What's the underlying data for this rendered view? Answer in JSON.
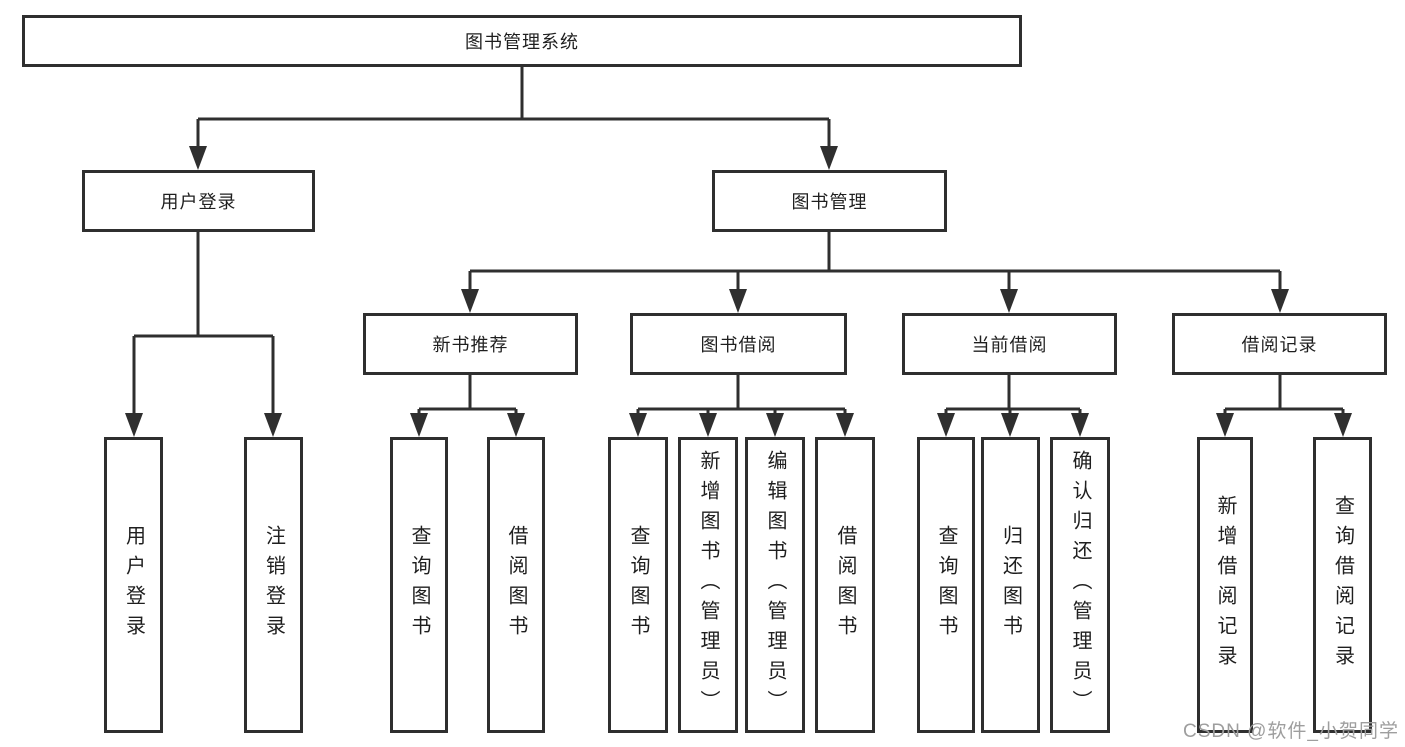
{
  "tree": {
    "label": "图书管理系统",
    "children": [
      {
        "label": "用户登录",
        "children": [
          {
            "label": "用户登录"
          },
          {
            "label": "注销登录"
          }
        ]
      },
      {
        "label": "图书管理",
        "children": [
          {
            "label": "新书推荐",
            "children": [
              {
                "label": "查询图书"
              },
              {
                "label": "借阅图书"
              }
            ]
          },
          {
            "label": "图书借阅",
            "children": [
              {
                "label": "查询图书"
              },
              {
                "label": "新增图书（管理员）"
              },
              {
                "label": "编辑图书（管理员）"
              },
              {
                "label": "借阅图书"
              }
            ]
          },
          {
            "label": "当前借阅",
            "children": [
              {
                "label": "查询图书"
              },
              {
                "label": "归还图书"
              },
              {
                "label": "确认归还（管理员）"
              }
            ]
          },
          {
            "label": "借阅记录",
            "children": [
              {
                "label": "新增借阅记录"
              },
              {
                "label": "查询借阅记录"
              }
            ]
          }
        ]
      }
    ]
  },
  "watermark": {
    "text": "CSDN @软件_小贺同学",
    "color": "#9e9e9e"
  },
  "colors": {
    "line": "#2f2f2f",
    "text": "#1f1f1f",
    "background": "#ffffff"
  }
}
